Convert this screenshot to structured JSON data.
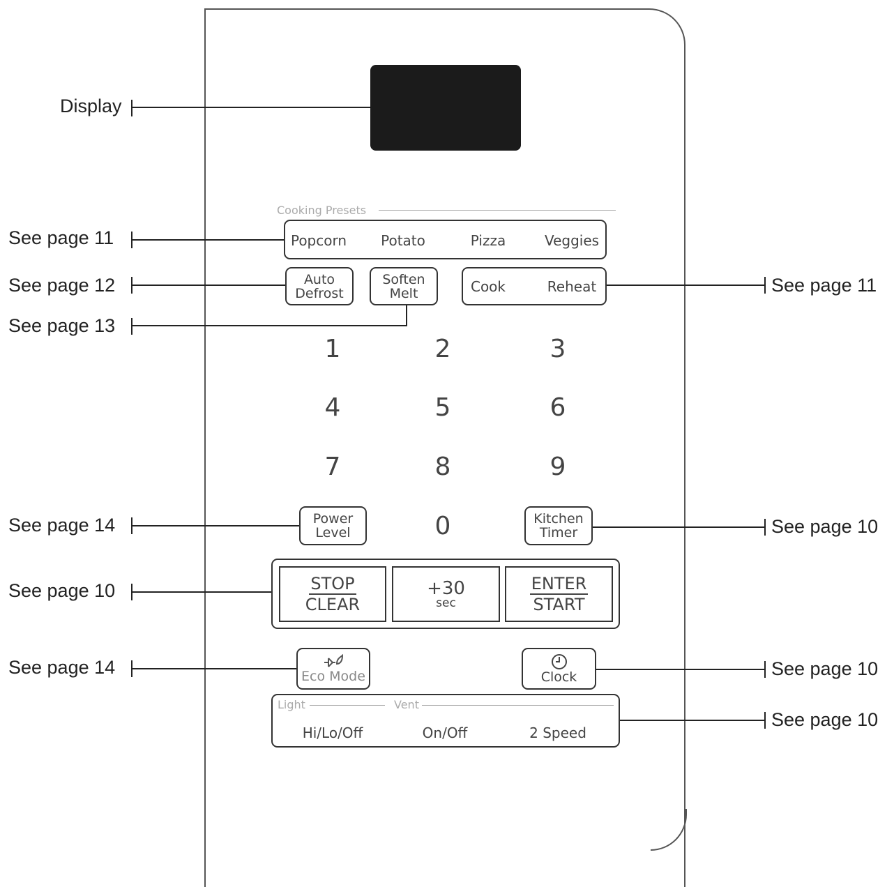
{
  "callouts": {
    "display": "Display",
    "presets_left": "See page 11",
    "auto_defrost": "See page 12",
    "soften_melt": "See page 13",
    "cook_reheat": "See page 11",
    "power_level": "See page 14",
    "kitchen_timer": "See page 10",
    "stop_row": "See page 10",
    "eco_mode": "See page 14",
    "clock": "See page 10",
    "light_vent": "See page 10"
  },
  "presets": {
    "heading": "Cooking Presets",
    "items": [
      "Popcorn",
      "Potato",
      "Pizza",
      "Veggies"
    ]
  },
  "buttons": {
    "auto_defrost": [
      "Auto",
      "Defrost"
    ],
    "soften_melt": [
      "Soften",
      "Melt"
    ],
    "cook": "Cook",
    "reheat": "Reheat",
    "power_level": [
      "Power",
      "Level"
    ],
    "kitchen_timer": [
      "Kitchen",
      "Timer"
    ],
    "eco_mode": "Eco Mode",
    "clock": "Clock"
  },
  "keypad": [
    "1",
    "2",
    "3",
    "4",
    "5",
    "6",
    "7",
    "8",
    "9",
    "0"
  ],
  "action_row": {
    "stop": "STOP",
    "clear": "CLEAR",
    "plus30": "+30",
    "sec": "sec",
    "enter": "ENTER",
    "start": "START"
  },
  "light_vent": {
    "light_label": "Light",
    "vent_label": "Vent",
    "hi_lo_off": "Hi/Lo/Off",
    "on_off": "On/Off",
    "speed": "2 Speed"
  }
}
